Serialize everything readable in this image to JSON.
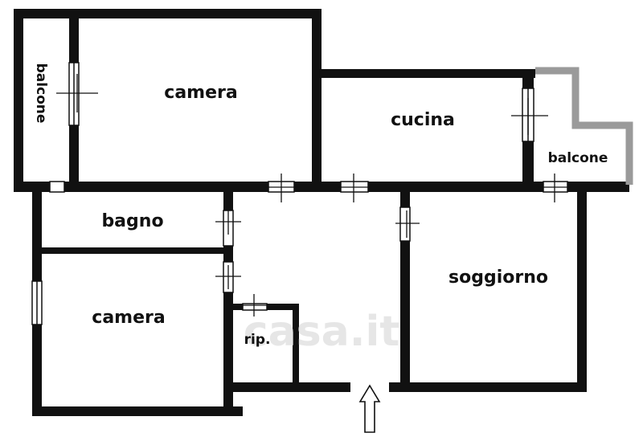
{
  "rooms": {
    "camera_top": "camera",
    "balcone_left": "balcone",
    "cucina": "cucina",
    "balcone_right": "balcone",
    "bagno": "bagno",
    "soggiorno": "soggiorno",
    "camera_bottom": "camera",
    "ripostiglio": "rip."
  },
  "watermark": "casa.it",
  "entrance": "entrance-arrow-icon",
  "colors": {
    "wall": "#111111",
    "balcony_wall": "#9a9a9a",
    "background": "#ffffff"
  }
}
